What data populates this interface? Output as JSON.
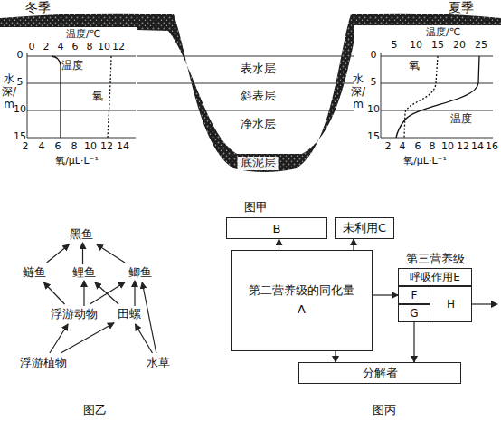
{
  "diagram": {
    "nodes": [
      {
        "text": [
          "黑鱼"
        ]
      },
      {
        "text": [
          "鲢鱼"
        ]
      },
      {
        "text": [
          "鲤鱼"
        ]
      },
      {
        "text": [
          "鲫鱼"
        ]
      },
      {
        "text": [
          "浮游动物"
        ]
      },
      {
        "text": [
          "田螺"
        ]
      },
      {
        "text": [
          "浮游植物"
        ]
      },
      {
        "text": [
          "水草"
        ]
      },
      {
        "text": [
          "B"
        ]
      },
      {
        "text": [
          "未利用C"
        ]
      },
      {
        "text": [
          "第二营养级的同化量 A"
        ]
      },
      {
        "text": [
          "第三营养级"
        ]
      },
      {
        "text": [
          "呼吸作用E"
        ],
        "in": 11
      },
      {
        "text": [
          "F"
        ],
        "in": 11
      },
      {
        "text": [
          "G"
        ],
        "in": 11
      },
      {
        "text": [
          "H"
        ],
        "in": 11
      },
      {
        "text": [
          "分解者"
        ]
      }
    ],
    "edges": [
      {
        "from": 1,
        "to": 0,
        "arrow": "to"
      },
      {
        "from": 2,
        "to": 0,
        "arrow": "to"
      },
      {
        "from": 3,
        "to": 0,
        "arrow": "to"
      },
      {
        "from": 4,
        "to": 1,
        "arrow": "to"
      },
      {
        "from": 4,
        "to": 2,
        "arrow": "to"
      },
      {
        "from": 4,
        "to": 3,
        "arrow": "to"
      },
      {
        "from": 5,
        "to": 2,
        "arrow": "to"
      },
      {
        "from": 5,
        "to": 3,
        "arrow": "to"
      },
      {
        "from": 6,
        "to": 4,
        "arrow": "to"
      },
      {
        "from": 6,
        "to": 5,
        "arrow": "to"
      },
      {
        "from": 7,
        "to": 5,
        "arrow": "to"
      },
      {
        "from": 7,
        "to": 3,
        "arrow": "to"
      },
      {
        "from": 10,
        "to": 8,
        "arrow": "to"
      },
      {
        "from": 10,
        "to": 9,
        "arrow": "to"
      },
      {
        "from": 10,
        "to": 11,
        "arrow": "to"
      },
      {
        "from": 10,
        "to": 16,
        "arrow": "to"
      },
      {
        "from": 14,
        "to": 16,
        "arrow": "to"
      }
    ],
    "labels": [
      "冬季",
      "夏季",
      "表水层",
      "斜表层",
      "净水层",
      "底泥层",
      "温度/℃",
      "0",
      "2",
      "4",
      "6",
      "8",
      "10",
      "12",
      "水深/m",
      "0",
      "5",
      "10",
      "15",
      "2",
      "4",
      "6",
      "8",
      "10",
      "12",
      "14",
      "氧/μL·L⁻¹",
      "温度",
      "氧",
      "温度/℃",
      "5",
      "10",
      "15",
      "20",
      "25",
      "水深/m",
      "0",
      "5",
      "10",
      "15",
      "2",
      "4",
      "6",
      "8",
      "10",
      "12",
      "14",
      "16",
      "氧/μL·L⁻¹",
      "氧",
      "温度",
      "图甲",
      "图乙",
      "图丙"
    ]
  }
}
